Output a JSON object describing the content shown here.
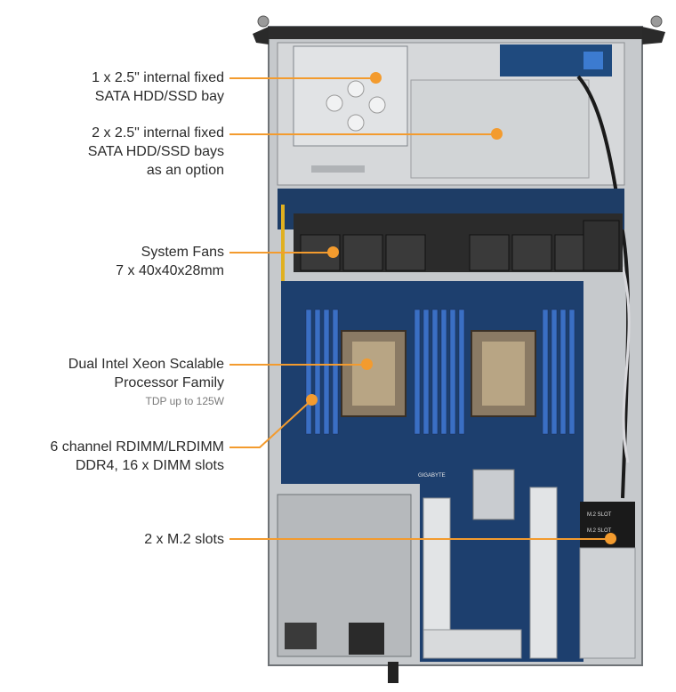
{
  "callouts": [
    {
      "lines": [
        "1 x 2.5\" internal fixed",
        "SATA HDD/SSD bay"
      ]
    },
    {
      "lines": [
        "2 x 2.5\" internal fixed",
        "SATA HDD/SSD bays",
        "as an option"
      ]
    },
    {
      "lines": [
        "System Fans",
        "7 x 40x40x28mm"
      ]
    },
    {
      "lines": [
        "Dual Intel Xeon Scalable",
        "Processor Family"
      ],
      "sub": "TDP up to 125W"
    },
    {
      "lines": [
        "6 channel RDIMM/LRDIMM",
        "DDR4, 16 x DIMM slots"
      ]
    },
    {
      "lines": [
        "2 x M.2 slots"
      ]
    }
  ],
  "board_marks": {
    "brand": "GIGABYTE",
    "m2_a": "M.2 SLOT",
    "m2_b": "M.2 SLOT"
  },
  "colors": {
    "accent": "#f39b2e",
    "chassis": "#b9bcbf",
    "board": "#1d3f6e",
    "dimm": "#3a6fc4"
  }
}
